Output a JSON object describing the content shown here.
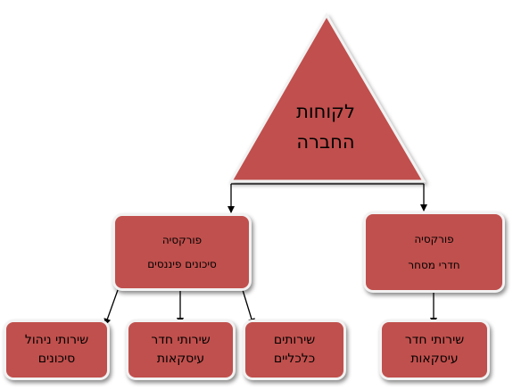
{
  "colors": {
    "node_fill": "#c0504d",
    "node_border": "#f2f2f2",
    "connector": "#000000",
    "text": "#000000"
  },
  "apex": {
    "line1": "לקוחות",
    "line2": "החברה"
  },
  "left_branch": {
    "line1": "פורקסיה",
    "line2": "סיכונים פיננסים",
    "children": [
      {
        "line1": "שירותי ניהול",
        "line2": "סיכונים"
      },
      {
        "line1": "שירותי חדר",
        "line2": "עיסקאות"
      },
      {
        "line1": "שירותים",
        "line2": "כלכליים"
      }
    ]
  },
  "right_branch": {
    "line1": "פורקסיה",
    "line2": "חדרי מסחר",
    "children": [
      {
        "line1": "שירותי חדר",
        "line2": "עיסקאות"
      }
    ]
  }
}
